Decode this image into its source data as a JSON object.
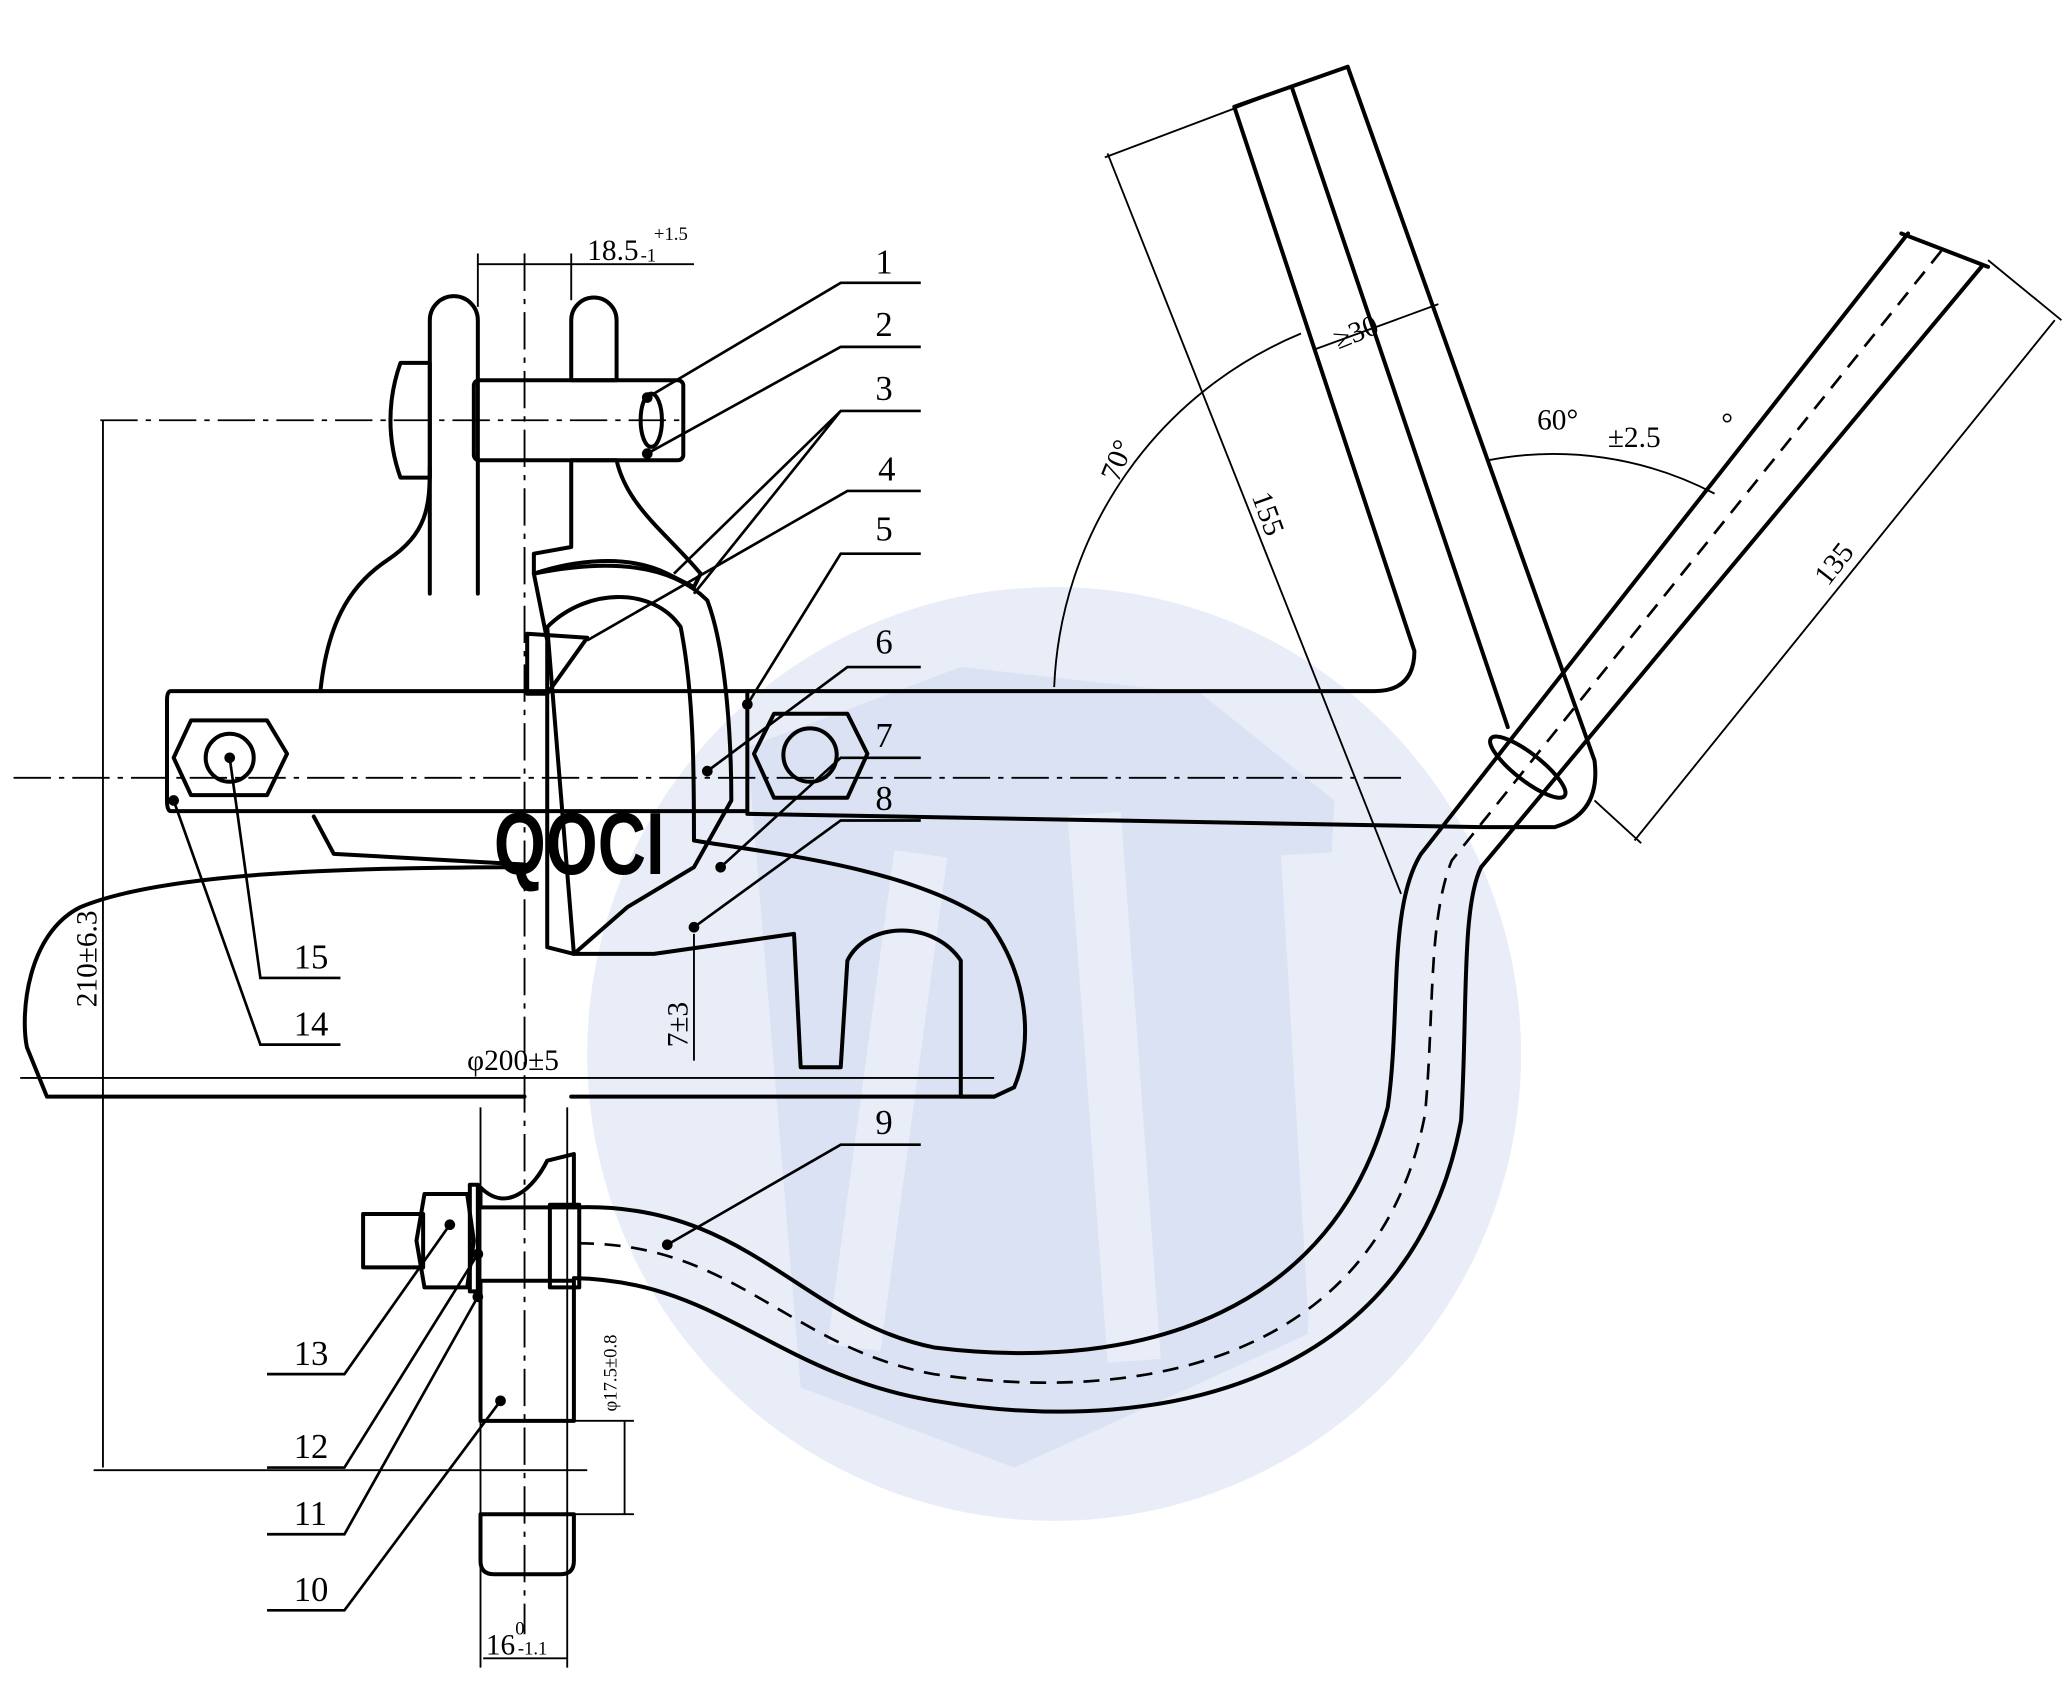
{
  "logo_text": "QOCI",
  "watermark_color": "#dfe6f6",
  "callouts": [
    "1",
    "2",
    "3",
    "4",
    "5",
    "6",
    "7",
    "8",
    "9",
    "10",
    "11",
    "12",
    "13",
    "14",
    "15"
  ],
  "dimensions": {
    "pin_gap": {
      "base": "18.5",
      "upper": "+1.5",
      "lower": "-1"
    },
    "min_width": "≥30",
    "angle_60": "60°",
    "angle_tol": "±2.5",
    "degree_mark": "°",
    "angle_70": "70°",
    "len_155": "155",
    "len_135": "135",
    "height": "210±6.3",
    "diameter": "φ200±5",
    "gap": "7±3",
    "pin_hole": "φ17.5±0.8",
    "pin_thick": {
      "base": "16",
      "upper": "0",
      "lower": "-1.1"
    }
  }
}
